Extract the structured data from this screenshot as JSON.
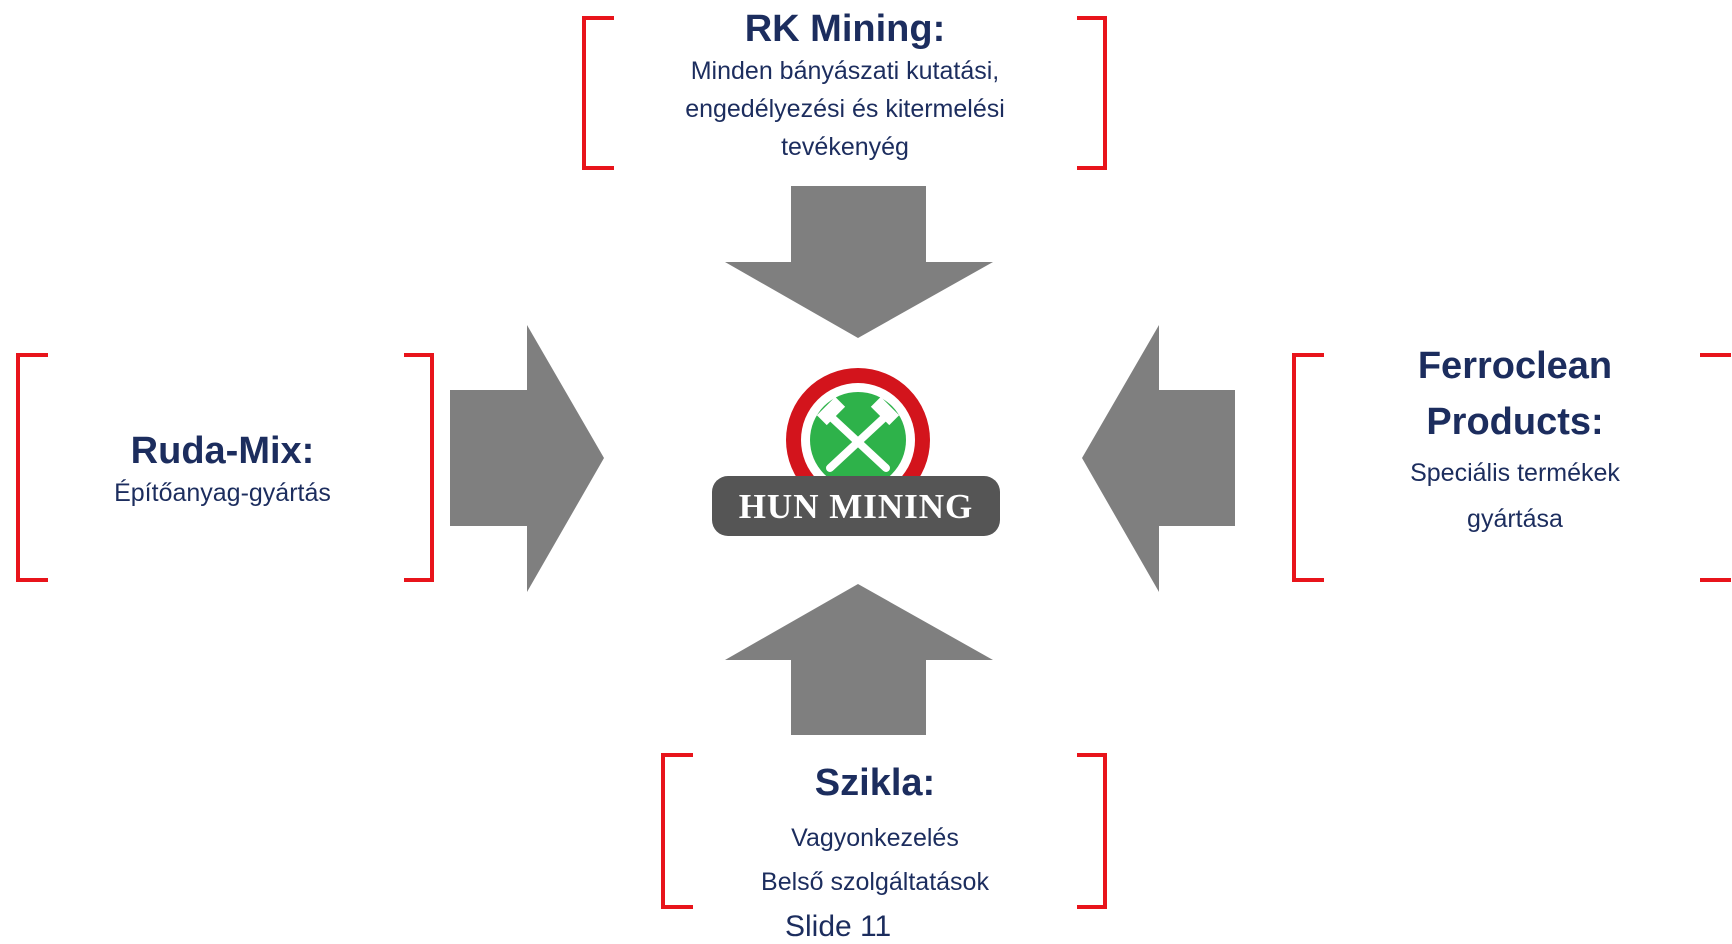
{
  "diagram": {
    "center_logo": {
      "text": "HUN MINING",
      "icon": "crossed-hammers-icon"
    },
    "nodes": [
      {
        "id": "top",
        "title": "RK Mining:",
        "lines": [
          "Minden bányászati kutatási,",
          "engedélyezési és kitermelési",
          "tevékenyég"
        ]
      },
      {
        "id": "left",
        "title": "Ruda-Mix:",
        "lines": [
          "Építőanyag-gyártás"
        ]
      },
      {
        "id": "right",
        "title_lines": [
          "Ferroclean",
          "Products:"
        ],
        "lines": [
          "Speciális termékek",
          "gyártása"
        ]
      },
      {
        "id": "bottom",
        "title": "Szikla:",
        "lines": [
          "Vagyonkezelés",
          "Belső szolgáltatások"
        ]
      }
    ],
    "edges": [
      {
        "from": "top",
        "to": "center"
      },
      {
        "from": "left",
        "to": "center"
      },
      {
        "from": "right",
        "to": "center"
      },
      {
        "from": "bottom",
        "to": "center"
      }
    ]
  },
  "footer": {
    "slide_label": "Slide 11"
  },
  "colors": {
    "bracket": "#e8141b",
    "arrow": "#7f7f7f",
    "text": "#1c2d5e",
    "ring_red": "#d3141c",
    "ring_green": "#2eb24a",
    "banner": "#555555"
  }
}
